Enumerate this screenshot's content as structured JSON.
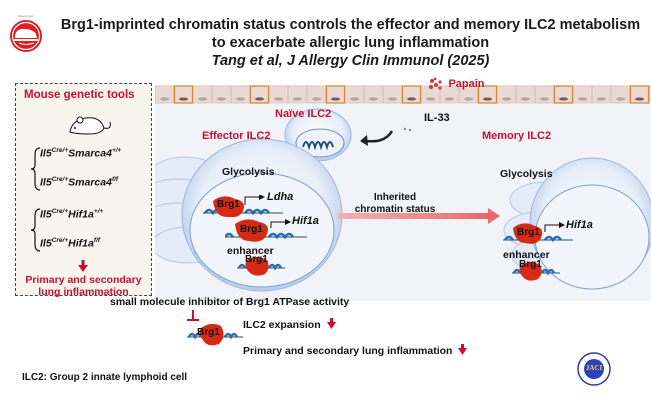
{
  "header": {
    "title_line1": "Brg1-imprinted chromatin status controls the effector and memory ILC2 metabolism",
    "title_line2": "to exacerbate allergic lung inflammation",
    "citation": "Tang et al, J Allergy Clin Immunol (2025)",
    "logo_caption": "Mouse Icon"
  },
  "toolbox": {
    "title": "Mouse genetic tools",
    "genotypes": [
      {
        "base": "Il5",
        "sup1": "Cre/+",
        "gene": "Smarca4",
        "sup2": "+/+"
      },
      {
        "base": "Il5",
        "sup1": "Cre/+",
        "gene": "Smarca4",
        "sup2": "f/f"
      },
      {
        "base": "Il5",
        "sup1": "Cre/+",
        "gene": "Hif1a",
        "sup2": "+/+"
      },
      {
        "base": "Il5",
        "sup1": "Cre/+",
        "gene": "Hif1a",
        "sup2": "f/f"
      }
    ],
    "outcome": "Primary and secondary lung inflammation"
  },
  "diagram": {
    "papain": "Papain",
    "il33": "IL-33",
    "naive": "Naïve ILC2",
    "effector": "Effector ILC2",
    "memory": "Memory ILC2",
    "glycolysis": "Glycolysis",
    "brg1": "Brg1",
    "ldha": "Ldha",
    "hif1a": "Hif1a",
    "enhancer": "enhancer",
    "inherited_line1": "Inherited",
    "inherited_line2": "chromatin status"
  },
  "inhibitor": {
    "label": "small molecule inhibitor of Brg1 ATPase activity",
    "effect1": "ILC2 expansion",
    "effect2": "Primary and secondary lung inflammation"
  },
  "footer": {
    "abbrev": "ILC2: Group 2 innate lymphoid cell",
    "journal_logo": "JACI"
  },
  "colors": {
    "accent_red": "#c8102e",
    "brg1_red": "#d42a16",
    "cell_blue": "#cfe0f5",
    "epithelium": "#e9d6cf"
  }
}
